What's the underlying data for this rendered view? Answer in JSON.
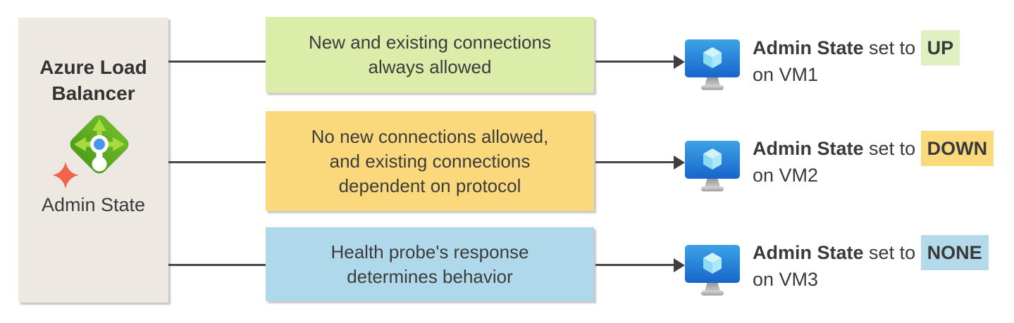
{
  "source_panel": {
    "title": "Azure Load Balancer",
    "label": "Admin State",
    "bg_color": "#EDE8E2",
    "icon": "load-balancer-icon",
    "sparkle_icon": "sparkle-icon"
  },
  "rows": [
    {
      "box_text": "New and existing connections\nalways allowed",
      "box_color": "#DCEDA9",
      "label_bold": "Admin State",
      "label_mid": "set to",
      "state": "UP",
      "state_bg": "#DFF0C3",
      "line2": "on VM1",
      "vm_icon": "vm-icon"
    },
    {
      "box_text": "No new connections allowed,\nand existing connections\ndependent on protocol",
      "box_color": "#FBD87B",
      "label_bold": "Admin State",
      "label_mid": "set to",
      "state": "DOWN",
      "state_bg": "#FBD97D",
      "line2": "on VM2",
      "vm_icon": "vm-icon"
    },
    {
      "box_text": "Health probe's response\ndetermines behavior",
      "box_color": "#AFD8EA",
      "label_bold": "Admin State",
      "label_mid": "set to",
      "state": "NONE",
      "state_bg": "#B3D9EA",
      "line2": "on VM3",
      "vm_icon": "vm-icon"
    }
  ],
  "colors": {
    "connector_line": "#474747",
    "arrowhead": "#3F3F3F",
    "text": "#3A3A3A",
    "lb_diamond_green": "#5FA922",
    "lb_arrow_green": "#A6DB3C",
    "lb_dot_blue": "#4A97E8",
    "sparkle_orange": "#F1634C",
    "vm_screen_top": "#3DA3E5",
    "vm_screen_bottom": "#1765CB",
    "vm_cube_cyan": "#8BDAF2"
  }
}
